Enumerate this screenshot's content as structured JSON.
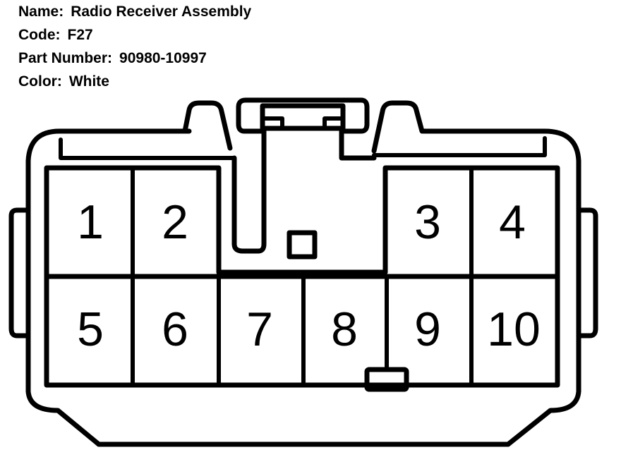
{
  "info": {
    "name_label": "Name:",
    "name_value": "Radio Receiver Assembly",
    "code_label": "Code:",
    "code_value": "F27",
    "part_label": "Part Number:",
    "part_value": "90980-10997",
    "color_label": "Color:",
    "color_value": "White"
  },
  "pins": {
    "p1": "1",
    "p2": "2",
    "p3": "3",
    "p4": "4",
    "p5": "5",
    "p6": "6",
    "p7": "7",
    "p8": "8",
    "p9": "9",
    "p10": "10"
  },
  "colors": {
    "line": "#000000",
    "background": "#ffffff"
  }
}
